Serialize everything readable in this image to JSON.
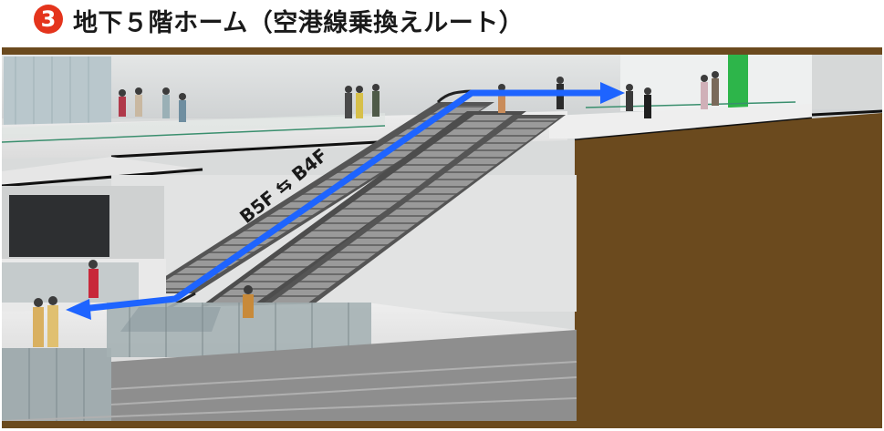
{
  "header": {
    "step_number": "3",
    "title": "地下５階ホーム（空港線乗換えルート）"
  },
  "illustration": {
    "route_label": "B5F ⇆ B4F",
    "colors": {
      "badge": "#e4341c",
      "route_arrow": "#1e64ff",
      "earth": "#6b4a1e"
    }
  }
}
